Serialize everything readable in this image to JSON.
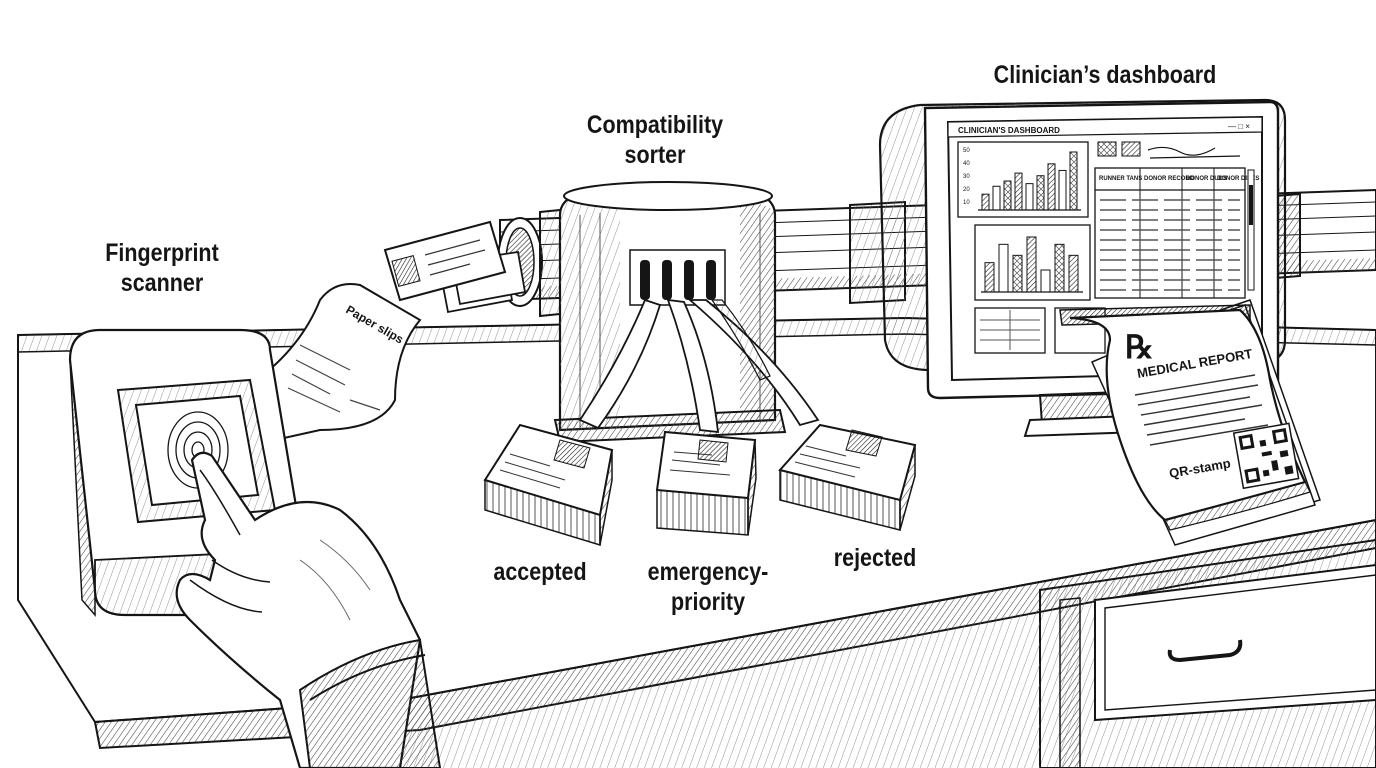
{
  "labels": {
    "fingerprint_scanner": [
      "Fingerprint",
      "scanner"
    ],
    "compatibility_sorter": [
      "Compatibility",
      "sorter"
    ],
    "clinicians_dashboard": "Clinician’s dashboard",
    "accepted": "accepted",
    "emergency_priority": [
      "emergency-",
      "priority"
    ],
    "rejected": "rejected"
  },
  "paper_slip": {
    "title": "Paper slips"
  },
  "dashboard_screen": {
    "window_title": "CLINICIAN'S DASHBOARD",
    "window_controls": "— □ ×",
    "axis_ticks": [
      "50",
      "40",
      "30",
      "20",
      "10"
    ],
    "table_headers": [
      "RUNNER TANS",
      "DONOR RECORD",
      "DONOR DUDS",
      "DONOR DIDES"
    ]
  },
  "report": {
    "rx_symbol": "℞",
    "title": "MEDICAL REPORT",
    "stamp_label": "QR-stamp"
  },
  "dashboard_bars": {
    "top_chart": [
      12,
      18,
      22,
      28,
      20,
      26,
      35,
      30,
      44
    ],
    "bottom_chart": [
      16,
      26,
      20,
      30,
      12,
      26,
      20
    ]
  },
  "colors": {
    "ink": "#151515",
    "paper": "#ffffff",
    "hatch": "#555555"
  }
}
